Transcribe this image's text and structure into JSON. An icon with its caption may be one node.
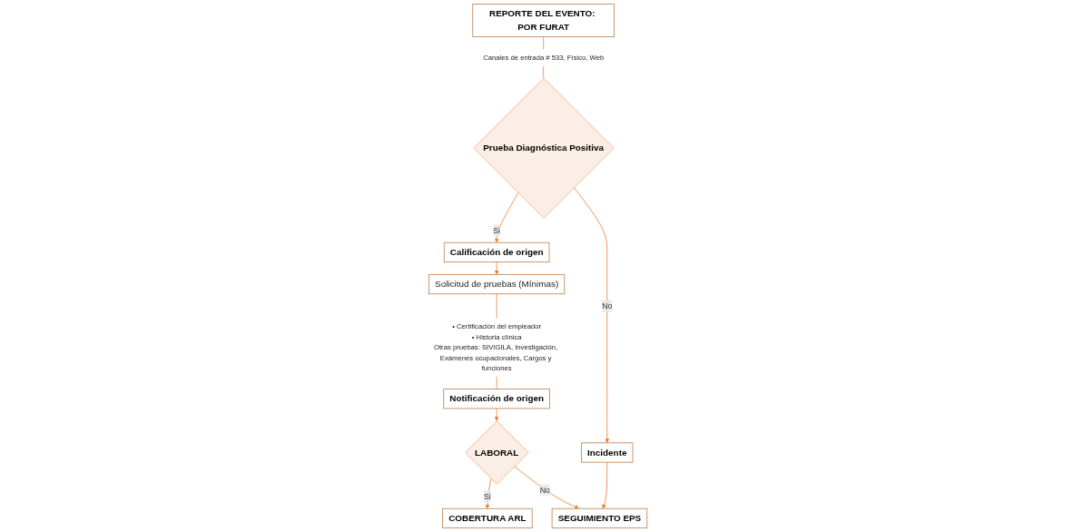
{
  "diagram": {
    "nodes": [
      {
        "text": [
          "REPORTE DEL EVENTO: POR FURAT"
        ]
      },
      {
        "text": [
          "Canales de entrada # 533, Físico, Web"
        ]
      },
      {
        "text": [
          "Prueba Diagnóstica Positiva"
        ]
      },
      {
        "text": [
          "Calificación de origen"
        ]
      },
      {
        "text": [
          "Incidente"
        ]
      },
      {
        "text": [
          "Solicitud de pruebas (Mínimas)"
        ]
      },
      {
        "text": [
          "• Certificación del empleador",
          "• Historia clínica",
          "Otras pruebas: SIVIGILA, Investigación, Exámenes ocupacionales, Cargos y funciones"
        ]
      },
      {
        "text": [
          "Notificación de origen"
        ]
      },
      {
        "text": [
          "LABORAL"
        ]
      },
      {
        "text": [
          "COBERTURA ARL"
        ]
      },
      {
        "text": [
          "SEGUIMIENTO EPS"
        ]
      }
    ],
    "edges": [
      {
        "from": 0,
        "to": 1,
        "arrow": "none"
      },
      {
        "from": 1,
        "to": 2,
        "arrow": "none"
      },
      {
        "from": 2,
        "to": 3,
        "label": "Si",
        "arrow": "to"
      },
      {
        "from": 2,
        "to": 4,
        "label": "No",
        "arrow": "to"
      },
      {
        "from": 4,
        "to": 10,
        "arrow": "to"
      },
      {
        "from": 3,
        "to": 5,
        "arrow": "to"
      },
      {
        "from": 5,
        "to": 6,
        "arrow": "none"
      },
      {
        "from": 6,
        "to": 7,
        "arrow": "none"
      },
      {
        "from": 7,
        "to": 8,
        "arrow": "to"
      },
      {
        "from": 8,
        "to": 9,
        "label": "Si",
        "arrow": "to"
      },
      {
        "from": 8,
        "to": 10,
        "label": "No",
        "arrow": "to"
      }
    ]
  }
}
